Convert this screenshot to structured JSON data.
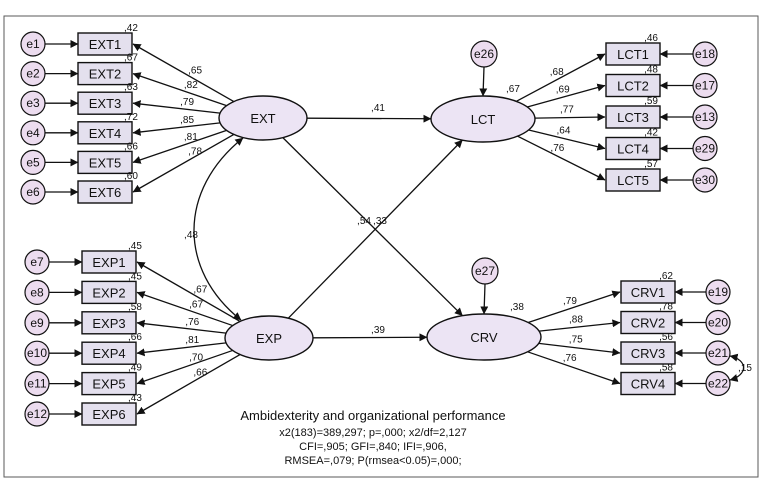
{
  "colors": {
    "observed_fill": "#e4e0ee",
    "latent_fill": "#ece4f4",
    "error_fill": "#ecdcef",
    "stroke": "#111111",
    "frame": "#5a5a5a"
  },
  "latents": {
    "EXT": {
      "label": "EXT",
      "variance": ""
    },
    "EXP": {
      "label": "EXP",
      "variance": ""
    },
    "LCT": {
      "label": "LCT",
      "variance": ",67"
    },
    "CRV": {
      "label": "CRV",
      "variance": ",38"
    }
  },
  "ext_items": [
    {
      "label": "EXT1",
      "error": "e1",
      "r2": ",42",
      "loading": ",65"
    },
    {
      "label": "EXT2",
      "error": "e2",
      "r2": ",67",
      "loading": ",82"
    },
    {
      "label": "EXT3",
      "error": "e3",
      "r2": ",63",
      "loading": ",79"
    },
    {
      "label": "EXT4",
      "error": "e4",
      "r2": ",72",
      "loading": ",85"
    },
    {
      "label": "EXT5",
      "error": "e5",
      "r2": ",66",
      "loading": ",81"
    },
    {
      "label": "EXT6",
      "error": "e6",
      "r2": ",60",
      "loading": ",78"
    }
  ],
  "exp_items": [
    {
      "label": "EXP1",
      "error": "e7",
      "r2": ",45",
      "loading": ",67"
    },
    {
      "label": "EXP2",
      "error": "e8",
      "r2": ",45",
      "loading": ",67"
    },
    {
      "label": "EXP3",
      "error": "e9",
      "r2": ",58",
      "loading": ",76"
    },
    {
      "label": "EXP4",
      "error": "e10",
      "r2": ",66",
      "loading": ",81"
    },
    {
      "label": "EXP5",
      "error": "e11",
      "r2": ",49",
      "loading": ",70"
    },
    {
      "label": "EXP6",
      "error": "e12",
      "r2": ",43",
      "loading": ",66"
    }
  ],
  "lct_items": [
    {
      "label": "LCT1",
      "error": "e18",
      "r2": ",46",
      "loading": ",68"
    },
    {
      "label": "LCT2",
      "error": "e17",
      "r2": ",48",
      "loading": ",69"
    },
    {
      "label": "LCT3",
      "error": "e13",
      "r2": ",59",
      "loading": ",77"
    },
    {
      "label": "LCT4",
      "error": "e29",
      "r2": ",42",
      "loading": ",64"
    },
    {
      "label": "LCT5",
      "error": "e30",
      "r2": ",57",
      "loading": ",76"
    }
  ],
  "crv_items": [
    {
      "label": "CRV1",
      "error": "e19",
      "r2": ",62",
      "loading": ",79"
    },
    {
      "label": "CRV2",
      "error": "e20",
      "r2": ",78",
      "loading": ",88"
    },
    {
      "label": "CRV3",
      "error": "e21",
      "r2": ",56",
      "loading": ",75"
    },
    {
      "label": "CRV4",
      "error": "e22",
      "r2": ",58",
      "loading": ",76"
    }
  ],
  "disturbances": {
    "lct": "e26",
    "crv": "e27"
  },
  "paths": {
    "ext_lct": ",41",
    "ext_crv": ",33",
    "exp_lct": ",54",
    "exp_crv": ",39",
    "ext_exp_cov": ",48",
    "e21_e22_cov": ",15"
  },
  "fit": {
    "title": "Ambidexterity and organizational performance",
    "line1": "x2(183)=389,297; p=,000; x2/df=2,127",
    "line2": "CFI=,905; GFI=,840; IFI=,906,",
    "line3": "RMSEA=,079; P(rmsea<0.05)=,000;"
  }
}
